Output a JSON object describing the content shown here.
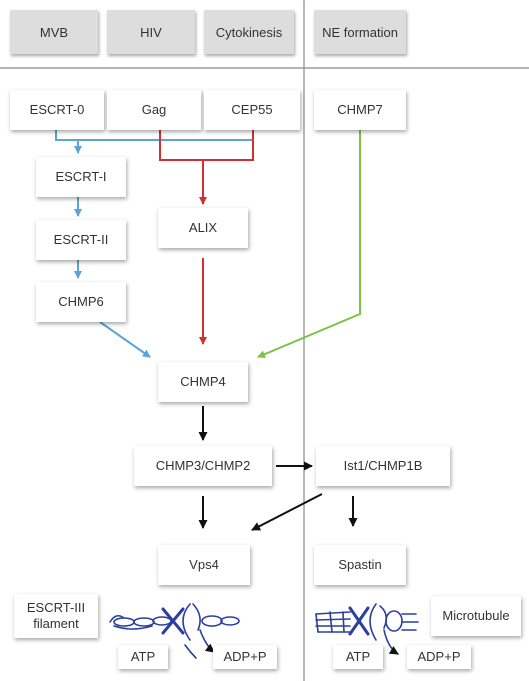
{
  "headers": {
    "mvb": "MVB",
    "hiv": "HIV",
    "cytokinesis": "Cytokinesis",
    "ne_formation": "NE formation"
  },
  "nodes": {
    "escrt0": "ESCRT-0",
    "gag": "Gag",
    "cep55": "CEP55",
    "chmp7": "CHMP7",
    "escrt1": "ESCRT-I",
    "escrt2": "ESCRT-II",
    "chmp6": "CHMP6",
    "alix": "ALIX",
    "chmp4": "CHMP4",
    "chmp3_chmp2": "CHMP3/CHMP2",
    "ist1_chmp1b": "Ist1/CHMP1B",
    "vps4": "Vps4",
    "spastin": "Spastin",
    "escrt3_filament_line1": "ESCRT-III",
    "escrt3_filament_line2": "filament",
    "microtubule": "Microtubule",
    "atp_left": "ATP",
    "adp_left": "ADP+P",
    "atp_right": "ATP",
    "adp_right": "ADP+P"
  },
  "colors": {
    "escrt_pathway": "#5ba4d8",
    "alix_pathway": "#d03030",
    "chmp7_pathway": "#7cc242",
    "core_pathway": "#111111",
    "handdrawn_ink": "#2b3f9e",
    "divider": "#888888"
  }
}
